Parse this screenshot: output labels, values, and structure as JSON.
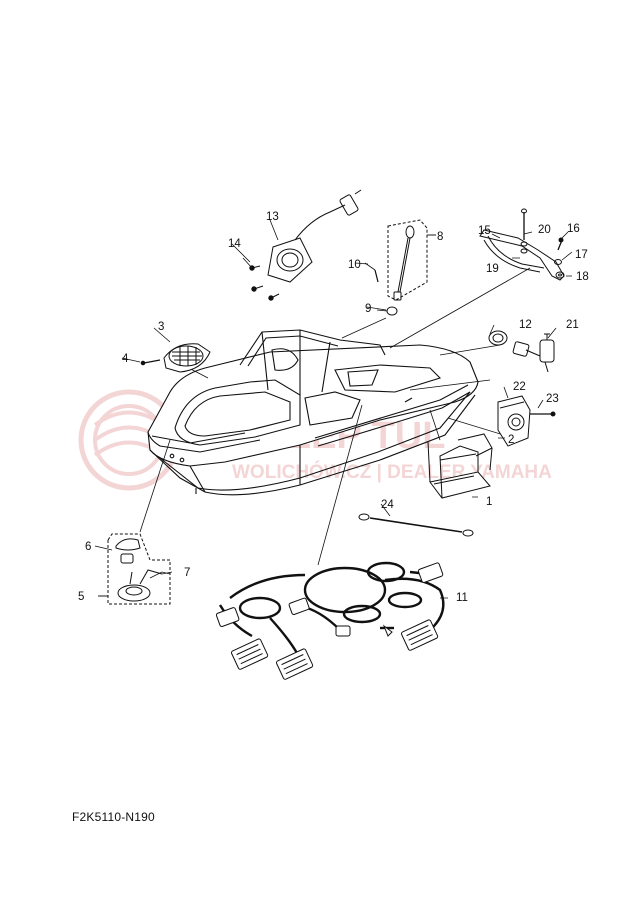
{
  "diagram_code": "F2K5110-N190",
  "watermark": {
    "line1": "SKLEP TUL",
    "line2": "WOLICHÓW.CZ | DEALER YAMAHA",
    "color": "#e8a3a3"
  },
  "callouts": [
    "1",
    "2",
    "3",
    "4",
    "5",
    "6",
    "7",
    "8",
    "9",
    "10",
    "11",
    "12",
    "13",
    "14",
    "15",
    "16",
    "17",
    "18",
    "19",
    "20",
    "21",
    "22",
    "23",
    "24"
  ],
  "colors": {
    "line": "#111111",
    "background": "#ffffff"
  }
}
